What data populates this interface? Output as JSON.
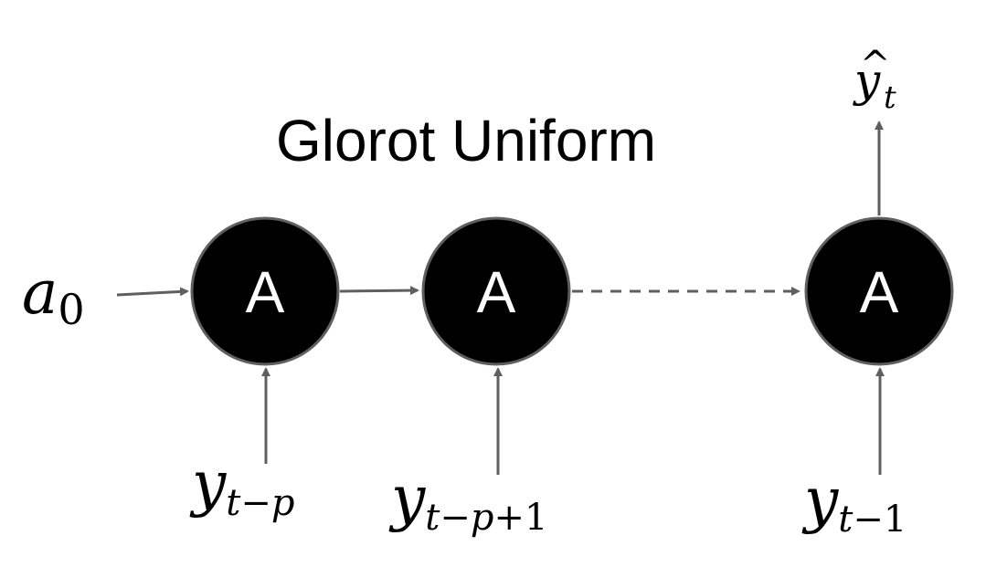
{
  "title": "Glorot Uniform",
  "colors": {
    "node_fill": "#000000",
    "node_stroke": "#5f5f5f",
    "arrow": "#5f5f5f",
    "background": "#ffffff"
  },
  "initial_state": {
    "base": "a",
    "sub": "0"
  },
  "output": {
    "base": "y",
    "hat": "^",
    "sub": "t"
  },
  "nodes": [
    {
      "label": "A",
      "input": {
        "base": "y",
        "sub_italic": "t−p",
        "sub_plain": ""
      }
    },
    {
      "label": "A",
      "input": {
        "base": "y",
        "sub_italic": "t−p",
        "sub_plain": "+1"
      }
    },
    {
      "label": "A",
      "input": {
        "base": "y",
        "sub_italic": "t−",
        "sub_plain": "1"
      }
    }
  ],
  "connector_between_2_and_3": "dashed"
}
